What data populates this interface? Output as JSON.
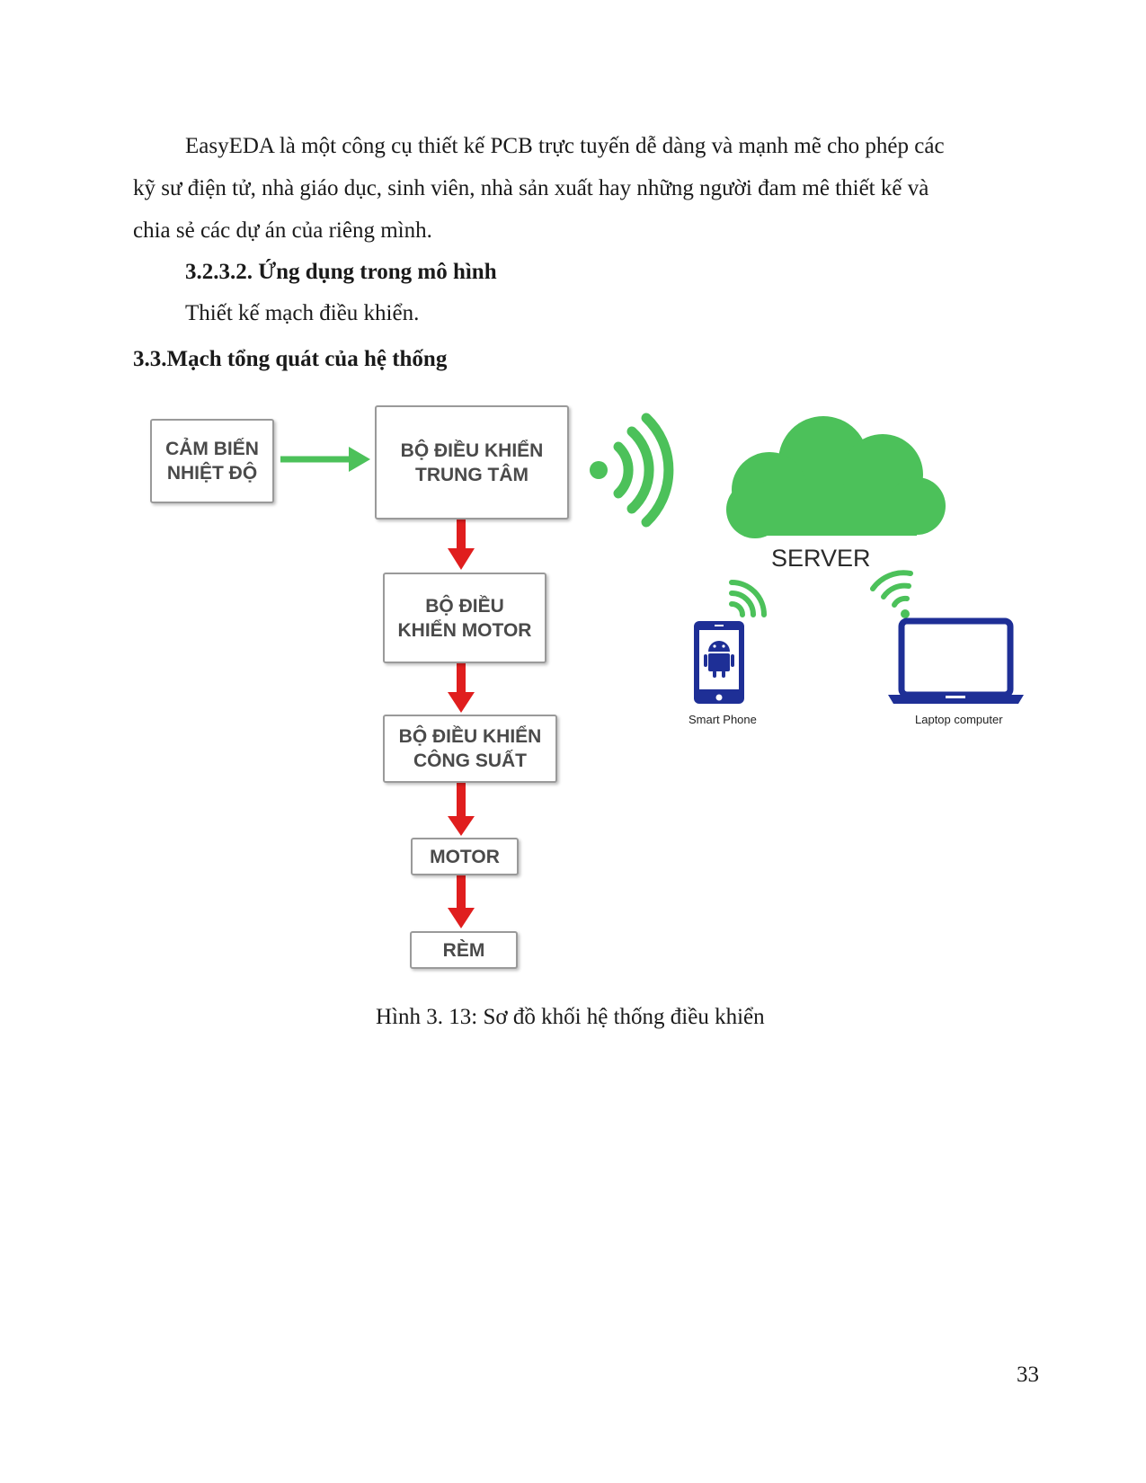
{
  "paragraph": {
    "line1": "EasyEDA là một công cụ thiết kế PCB trực tuyến dễ dàng và mạnh mẽ cho phép các",
    "line2": "kỹ sư điện tử, nhà giáo dục, sinh viên, nhà sản xuất hay những người đam mê thiết kế và",
    "line3": "chia sẻ các dự án của riêng mình."
  },
  "subsection": {
    "heading": "3.2.3.2. Ứng dụng trong mô hình",
    "body": "Thiết kế mạch điều khiển."
  },
  "section": {
    "heading": "3.3.Mạch tổng quát của hệ thống"
  },
  "diagram": {
    "sensor_box": [
      "CẢM BIẾN",
      "NHIỆT ĐỘ"
    ],
    "central_box": [
      "BỘ ĐIỀU KHIỂN",
      "TRUNG TÂM"
    ],
    "motor_ctrl_box": [
      "BỘ ĐIỀU",
      "KHIỂN MOTOR"
    ],
    "power_box": [
      "BỘ ĐIỀU KHIỂN",
      "CÔNG SUẤT"
    ],
    "motor_box": "MOTOR",
    "curtain_box": "RÈM",
    "server_label": "SERVER",
    "phone_label": "Smart Phone",
    "laptop_label": "Laptop computer",
    "icons": [
      "wifi-icon",
      "cloud-icon",
      "android-phone-icon",
      "laptop-icon"
    ],
    "colors": {
      "green": "#4cc15a",
      "red": "#e01e1e",
      "navy": "#1e2f96"
    }
  },
  "caption": "Hình 3. 13: Sơ đồ khối hệ thống điều khiển",
  "page_number": "33"
}
